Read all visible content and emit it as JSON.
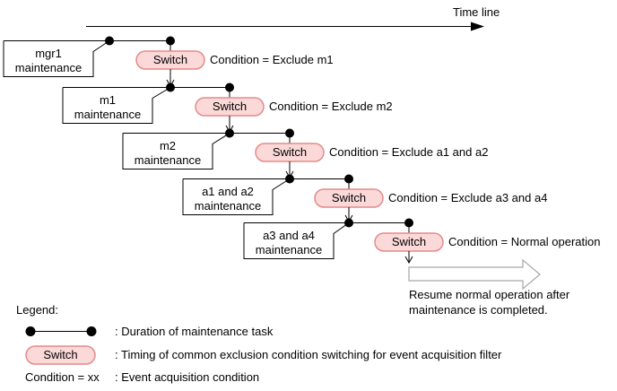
{
  "timeline": {
    "label": "Time line"
  },
  "rows": [
    {
      "label1": "mgr1",
      "label2": "maintenance",
      "switch_label": "Switch",
      "condition": "Condition = Exclude m1"
    },
    {
      "label1": "m1",
      "label2": "maintenance",
      "switch_label": "Switch",
      "condition": "Condition = Exclude m2"
    },
    {
      "label1": "m2",
      "label2": "maintenance",
      "switch_label": "Switch",
      "condition": "Condition = Exclude a1 and a2"
    },
    {
      "label1": "a1 and a2",
      "label2": "maintenance",
      "switch_label": "Switch",
      "condition": "Condition = Exclude a3 and a4"
    },
    {
      "label1": "a3 and a4",
      "label2": "maintenance",
      "switch_label": "Switch",
      "condition": "Condition = Normal operation"
    }
  ],
  "resume": {
    "line1": "Resume normal operation after",
    "line2": "maintenance is completed."
  },
  "legend": {
    "title": "Legend:",
    "duration_desc": ": Duration of maintenance task",
    "switch_label": "Switch",
    "switch_desc": ": Timing of common exclusion condition switching for event acquisition filter",
    "condition_term": "Condition = xx",
    "condition_desc": ": Event acquisition condition"
  },
  "colors": {
    "switch_fill": "#fbd9d9",
    "switch_stroke": "#e58a8a",
    "resume_arrow_stroke": "#a8a8a8"
  }
}
